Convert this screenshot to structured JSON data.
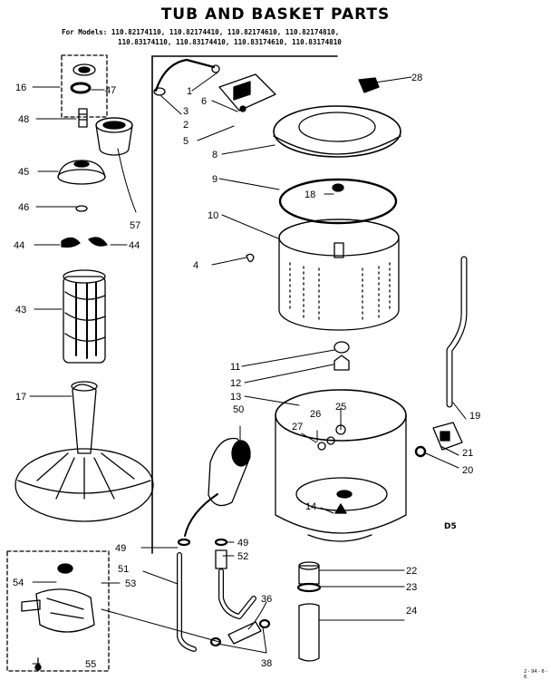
{
  "header": {
    "title": "TUB AND BASKET PARTS",
    "models_line1": "For Models: 110.82174110, 110.82174410, 110.82174610, 110.82174810,",
    "models_line2": "110.83174110, 110.83174410, 110.83174610, 110.83174810"
  },
  "diagram_code": "D5",
  "footer_stamp": "2 - 94 - 6 - 6",
  "callouts": {
    "c1": "1",
    "c2": "2",
    "c3": "3",
    "c4": "4",
    "c5": "5",
    "c6": "6",
    "c8": "8",
    "c9": "9",
    "c10": "10",
    "c11": "11",
    "c12": "12",
    "c13": "13",
    "c14": "14",
    "c16": "16",
    "c17": "17",
    "c18": "18",
    "c19": "19",
    "c20": "20",
    "c21": "21",
    "c22": "22",
    "c23": "23",
    "c24": "24",
    "c25": "25",
    "c26": "26",
    "c27": "27",
    "c28": "28",
    "c36": "36",
    "c38": "38",
    "c43": "43",
    "c44a": "44",
    "c44b": "44",
    "c45": "45",
    "c46": "46",
    "c47": "47",
    "c48": "48",
    "c49a": "49",
    "c49b": "49",
    "c50": "50",
    "c51": "51",
    "c52": "52",
    "c53": "53",
    "c54": "54",
    "c55": "55",
    "c57": "57"
  }
}
